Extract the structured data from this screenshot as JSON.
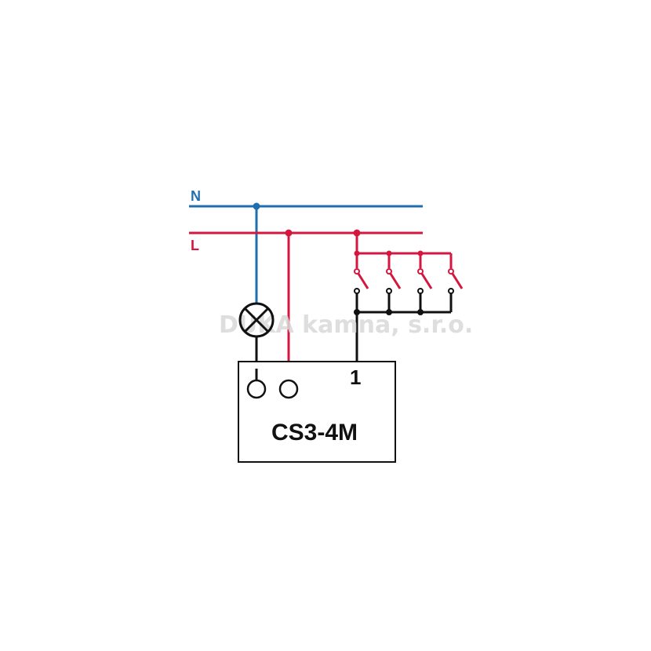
{
  "labels": {
    "neutral": "N",
    "live": "L",
    "device_name": "CS3-4M",
    "terminal_number": "1",
    "watermark": "DUKA kamna, s.r.o."
  },
  "colors": {
    "neutral": "#1f6fb0",
    "live": "#d4173f",
    "line": "#111111",
    "watermark": "#d9d9d9",
    "background": "#ffffff"
  },
  "components": {
    "lamp": "lamp-icon",
    "switches": 4,
    "terminals": 2
  }
}
